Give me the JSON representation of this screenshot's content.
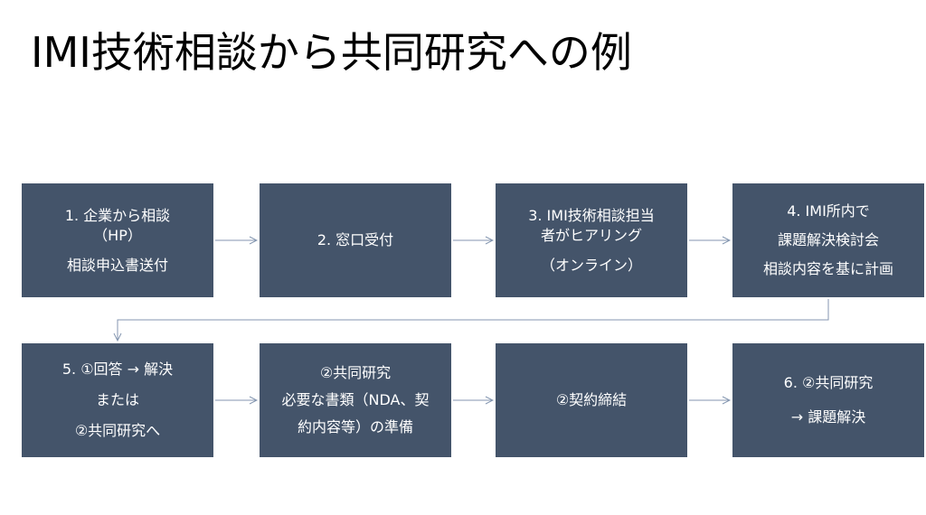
{
  "title": "IMI技術相談から共同研究への例",
  "colors": {
    "box_fill": "#44546a",
    "box_text": "#ffffff",
    "connector": "#8496b0"
  },
  "steps": [
    {
      "lines": [
        "1. 企業から相談",
        "（HP）",
        "",
        "相談申込書送付"
      ]
    },
    {
      "lines": [
        "2. 窓口受付"
      ]
    },
    {
      "lines": [
        "3. IMI技術相談担当",
        "者がヒアリング",
        "",
        "（オンライン）"
      ]
    },
    {
      "lines": [
        "4. IMI所内で",
        "課題解決検討会",
        "相談内容を基に計画"
      ]
    },
    {
      "lines": [
        "5. ①回答 → 解決",
        "または",
        "②共同研究へ"
      ]
    },
    {
      "lines": [
        "②共同研究",
        "必要な書類（NDA、契",
        "約内容等）の準備"
      ]
    },
    {
      "lines": [
        "②契約締結"
      ]
    },
    {
      "lines": [
        "6. ②共同研究",
        "→ 課題解決"
      ]
    }
  ]
}
